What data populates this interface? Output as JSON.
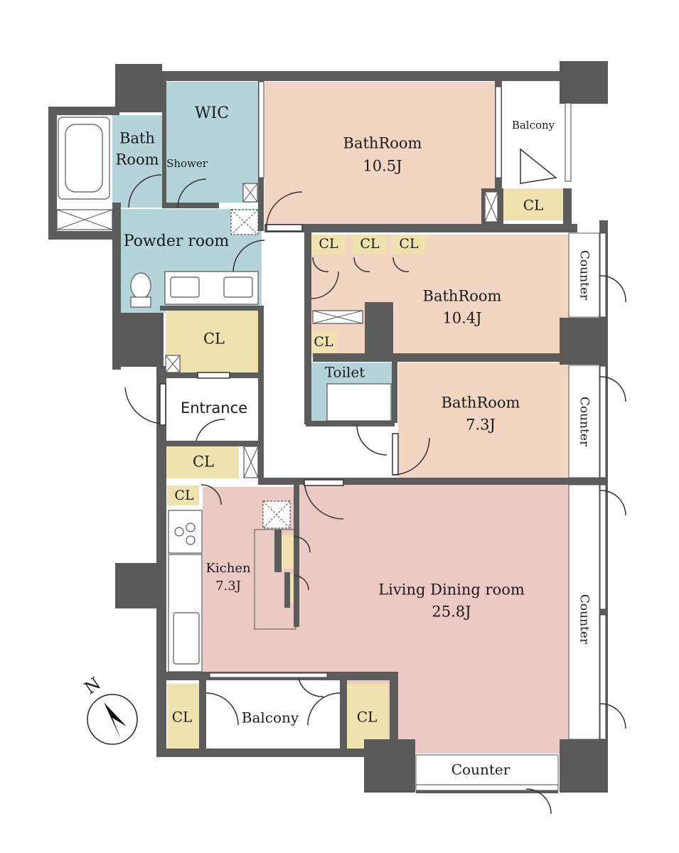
{
  "colors": {
    "bedroom": "#f2d5c3",
    "living": "#ecc9c5",
    "wet": "#b5d4da",
    "closet": "#f0e2ae",
    "wall": "#5c5c5c",
    "white": "#ffffff"
  },
  "rooms": {
    "wic": "WIC",
    "bath_line1": "Bath",
    "bath_line2": "Room",
    "shower": "Shower",
    "bedroom1_name": "BathRoom",
    "bedroom1_size": "10.5J",
    "balcony_top": "Balcony",
    "cl_balcony": "CL",
    "powder": "Powder room",
    "cl_a": "CL",
    "cl_b": "CL",
    "cl_c": "CL",
    "bedroom2_name": "BathRoom",
    "bedroom2_size": "10.4J",
    "counter_1": "Counter",
    "cl_hall": "CL",
    "cl_entry_top": "CL",
    "toilet": "Toilet",
    "entrance": "Entrance",
    "bedroom3_name": "BathRoom",
    "bedroom3_size": "7.3J",
    "counter_2": "Counter",
    "cl_entry_bottom": "CL",
    "cl_kitchen": "CL",
    "kitchen_name": "Kichen",
    "kitchen_size": "7.3J",
    "living_name": "Living Dining room",
    "living_size": "25.8J",
    "counter_3": "Counter",
    "compass_n": "N",
    "cl_balcony_left": "CL",
    "balcony_bottom": "Balcony",
    "cl_balcony_right": "CL",
    "counter_bottom": "Counter"
  }
}
